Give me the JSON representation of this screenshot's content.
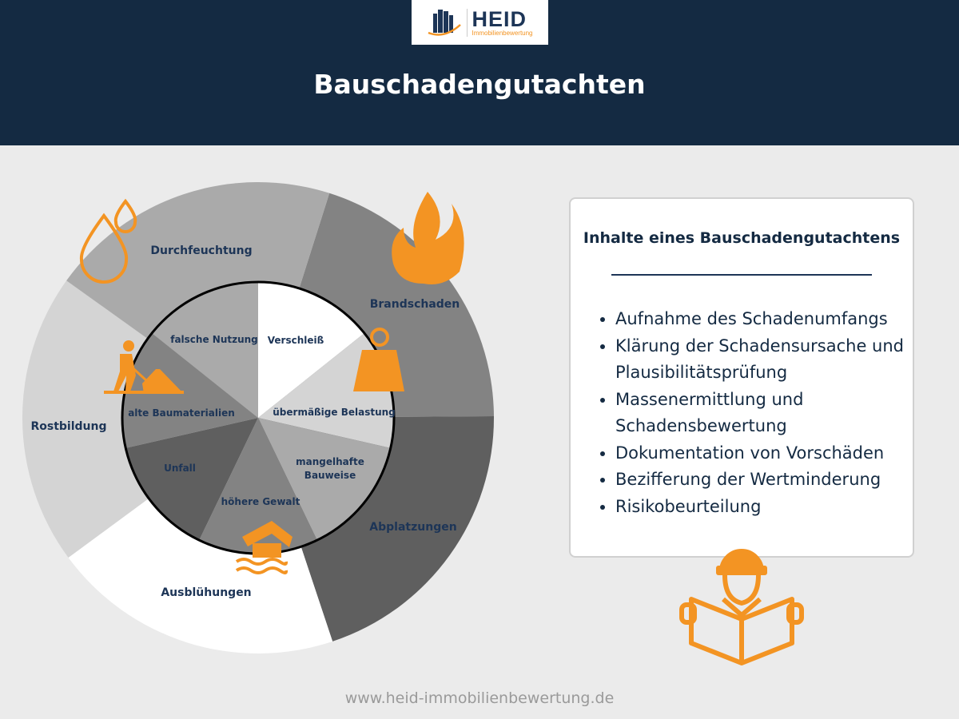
{
  "logo": {
    "name": "HEID",
    "subtitle": "Immobilienbewertung"
  },
  "title": "Bauschadengutachten",
  "wheel": {
    "outer": [
      {
        "label": "Brandschaden",
        "color": "#838383",
        "icon": "fire-icon"
      },
      {
        "label": "Abplatzungen",
        "color": "#5f5f5f"
      },
      {
        "label": "Ausblühungen",
        "color": "#ffffff",
        "icon": "flooded-house-icon"
      },
      {
        "label": "Rostbildung",
        "color": "#d4d4d4",
        "icon": "worker-shovel-icon"
      },
      {
        "label": "Durchfeuchtung",
        "color": "#aaaaaa",
        "icon": "water-drops-icon"
      }
    ],
    "inner": [
      {
        "label": "Verschleiß",
        "color": "#ffffff"
      },
      {
        "label": "übermäßige Belastung",
        "color": "#d4d4d4",
        "icon": "weight-icon"
      },
      {
        "label": "mangelhafte",
        "label2": "Bauweise",
        "color": "#aaaaaa"
      },
      {
        "label": "höhere Gewalt",
        "color": "#838383"
      },
      {
        "label": "Unfall",
        "color": "#5f5f5f"
      },
      {
        "label": "alte Baumaterialien",
        "color": "#838383"
      },
      {
        "label": "falsche Nutzung",
        "color": "#aaaaaa"
      }
    ]
  },
  "card": {
    "title": "Inhalte eines Bauschadengutachtens",
    "items": [
      "Aufnahme des Schadenumfangs",
      "Klärung der Schadensursache und Plausibilitätsprüfung",
      "Massenermittlung und Schadensbewertung",
      "Dokumentation von Vorschäden",
      "Bezifferung der Wertminderung",
      "Risikobeurteilung"
    ]
  },
  "footer": "www.heid-immobilienbewertung.de",
  "colors": {
    "header": "#142a42",
    "accent": "#f39423",
    "text": "#1d3557"
  }
}
